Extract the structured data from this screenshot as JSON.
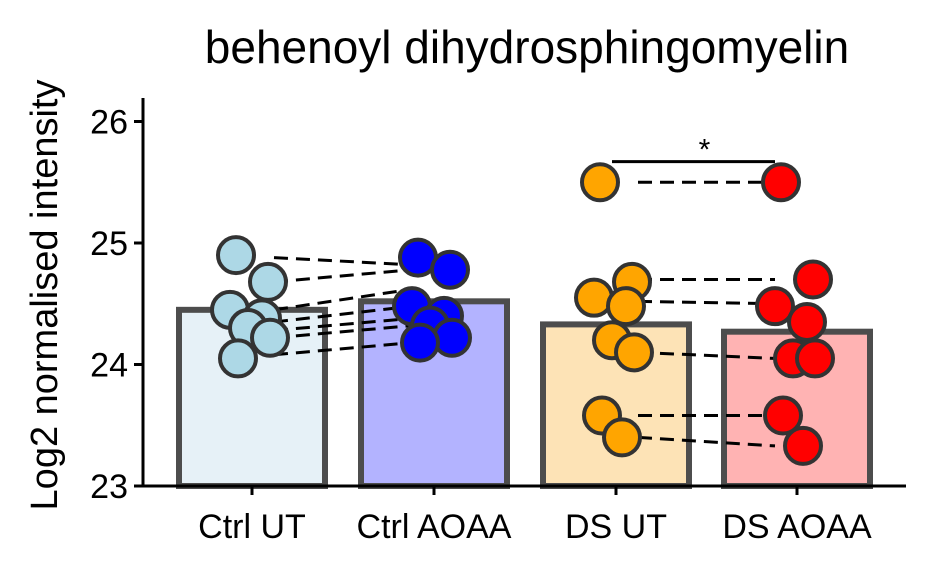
{
  "chart_data": {
    "type": "bar",
    "title": "behenoyl dihydrosphingomyelin",
    "xlabel": "",
    "ylabel": "Log2 normalised intensity",
    "ylim": [
      23,
      26.15
    ],
    "yticks": [
      23,
      24,
      25,
      26
    ],
    "categories": [
      "Ctrl UT",
      "Ctrl AOAA",
      "DS UT",
      "DS AOAA"
    ],
    "bar_values": [
      24.45,
      24.52,
      24.33,
      24.27
    ],
    "bar_fill_colors": [
      "#e6f1f7",
      "#b3b3ff",
      "#fde3b6",
      "#ffb3b3"
    ],
    "point_colors": [
      "#add8e6",
      "#0000ff",
      "#ffa500",
      "#ff0000"
    ],
    "points": [
      [
        24.9,
        24.68,
        24.45,
        24.38,
        24.3,
        24.22,
        24.05
      ],
      [
        24.88,
        24.78,
        24.48,
        24.4,
        24.32,
        24.22,
        24.18
      ],
      [
        25.5,
        24.68,
        24.55,
        24.48,
        24.2,
        24.1,
        23.58,
        23.4
      ],
      [
        25.5,
        24.7,
        24.48,
        24.35,
        24.05,
        24.05,
        23.58,
        23.33
      ]
    ],
    "pairs": [
      {
        "from": 0,
        "to": 1,
        "y1": [
          24.88,
          24.68,
          24.45,
          24.35,
          24.28,
          24.22,
          24.08
        ],
        "y2": [
          24.82,
          24.78,
          24.62,
          24.48,
          24.38,
          24.32,
          24.18
        ]
      },
      {
        "from": 2,
        "to": 3,
        "y1": [
          25.5,
          24.7,
          24.52,
          24.1,
          23.58,
          23.4
        ],
        "y2": [
          25.5,
          24.7,
          24.5,
          24.05,
          23.58,
          23.33
        ]
      }
    ],
    "significance": [
      {
        "from": 2,
        "to": 3,
        "y": 25.67,
        "label": "*"
      }
    ]
  }
}
